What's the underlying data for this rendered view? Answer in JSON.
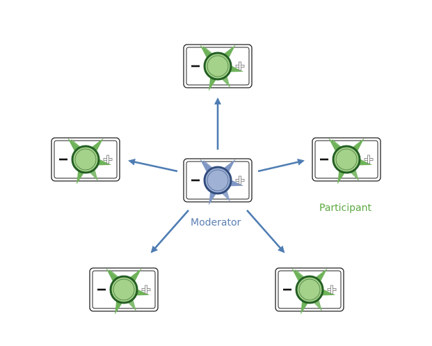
{
  "labels": {
    "moderator": "Moderator",
    "participant": "Participant"
  },
  "colors": {
    "moderator_label": "#5b7fb3",
    "participant_label": "#5aa83f",
    "arrow": "#4f7db3",
    "moderator_fill": "#9fb2d6",
    "moderator_stroke": "#324d7d",
    "moderator_triangles": "#7f97c4",
    "participant_fill": "#a5d28a",
    "participant_stroke": "#245f24",
    "participant_triangles": "#6fb35a",
    "card_stroke": "#222222"
  },
  "nodes": [
    {
      "id": "moderator",
      "role": "moderator"
    },
    {
      "id": "participant-top",
      "role": "participant"
    },
    {
      "id": "participant-left",
      "role": "participant"
    },
    {
      "id": "participant-right",
      "role": "participant"
    },
    {
      "id": "participant-bottom-left",
      "role": "participant"
    },
    {
      "id": "participant-bottom-right",
      "role": "participant"
    }
  ],
  "edges": [
    {
      "from": "moderator",
      "to": "participant-top"
    },
    {
      "from": "moderator",
      "to": "participant-left"
    },
    {
      "from": "moderator",
      "to": "participant-right"
    },
    {
      "from": "moderator",
      "to": "participant-bottom-left"
    },
    {
      "from": "moderator",
      "to": "participant-bottom-right"
    }
  ]
}
